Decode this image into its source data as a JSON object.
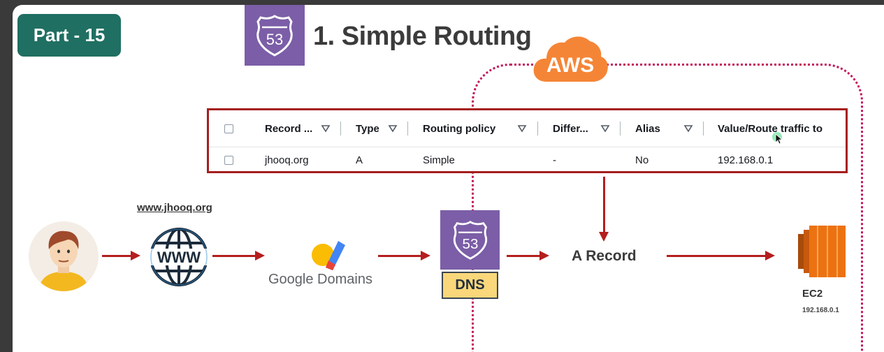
{
  "badge": {
    "label": "Part - 15"
  },
  "title": "1. Simple Routing",
  "route53_icon": {
    "icon": "route53-shield-icon",
    "number": "53",
    "color": "#7b5ea7"
  },
  "aws_label": "AWS",
  "colors": {
    "badge": "#1f6f62",
    "arrow": "#b41e1e",
    "aws_orange": "#f58536",
    "aws_border": "#c2185b",
    "route53": "#7b5ea7",
    "dns_label_bg": "#f9d77a"
  },
  "table": {
    "columns": [
      "Record ...",
      "Type",
      "Routing policy",
      "Differ...",
      "Alias",
      "Value/Route traffic to"
    ],
    "rows": [
      {
        "record": "jhooq.org",
        "type": "A",
        "routing_policy": "Simple",
        "differ": "-",
        "alias": "No",
        "value": "192.168.0.1"
      }
    ]
  },
  "flow": {
    "user_icon": "user-avatar-icon",
    "www_link": "www.jhooq.org",
    "www_icon": "www-globe-icon",
    "google_domains": "Google Domains",
    "dns_number": "53",
    "dns_label": "DNS",
    "a_record": "A Record",
    "ec2_label": "EC2",
    "ec2_ip": "192.168.0.1"
  }
}
